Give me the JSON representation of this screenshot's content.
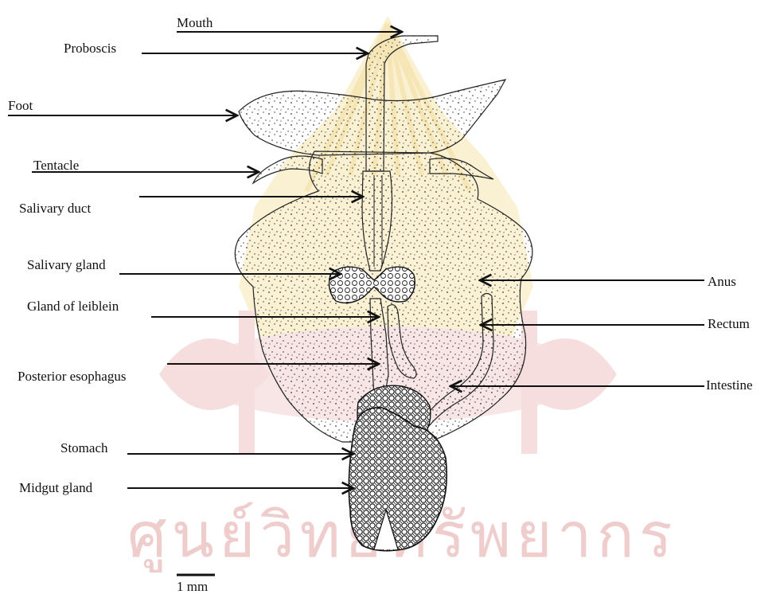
{
  "labels": {
    "mouth": "Mouth",
    "proboscis": "Proboscis",
    "foot": "Foot",
    "tentacle": "Tentacle",
    "salivary_duct": "Salivary duct",
    "salivary_gland": "Salivary gland",
    "gland_of_leiblein": "Gland of leiblein",
    "posterior_esophagus": "Posterior esophagus",
    "stomach": "Stomach",
    "midgut_gland": "Midgut gland",
    "anus": "Anus",
    "rectum": "Rectum",
    "intestine": "Intestine"
  },
  "scale_bar": {
    "label": "1 mm"
  },
  "watermark": {
    "text": "ศูนย์วิทยทรัพยากร",
    "colors": {
      "text": "#e9b9b9",
      "emblem": "#f3dc9a",
      "emblem_red": "#f0c4c4"
    }
  },
  "colors": {
    "ink": "#111111",
    "paper": "#ffffff"
  }
}
